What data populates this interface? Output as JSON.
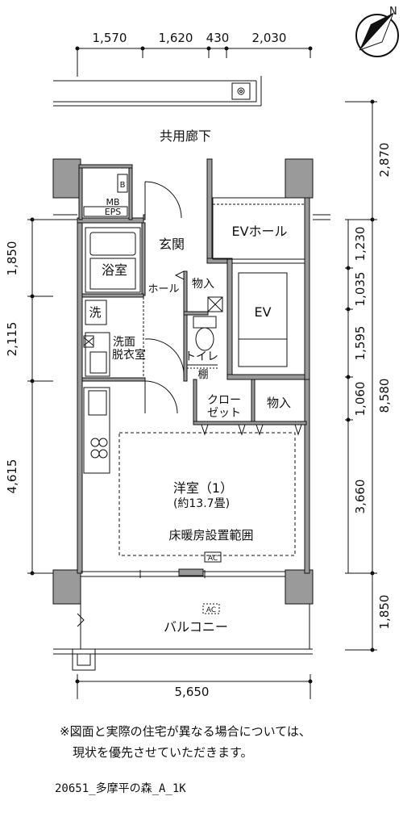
{
  "dimensions": {
    "top": [
      "1,570",
      "1,620",
      "430",
      "2,030"
    ],
    "left": [
      "1,850",
      "2,115",
      "4,615"
    ],
    "right_outer": [
      "2,870",
      "8,580",
      "1,850"
    ],
    "right_inner": [
      "1,230",
      "1,035",
      "1,595",
      "1,060",
      "3,660"
    ],
    "bottom": "5,650"
  },
  "areas": {
    "corridor": "共用廊下",
    "mb_eps": [
      "MB",
      "EPS"
    ],
    "mb_box": "B",
    "entrance": "玄関",
    "ev_hall": "EVホール",
    "bath": "浴室",
    "hall": "ホール",
    "storage_small": "物入",
    "ev": "EV",
    "washer": "洗",
    "washroom": [
      "洗面",
      "脱衣室"
    ],
    "toilet": "トイレ",
    "shelf": "棚",
    "closet": [
      "クロー",
      "ゼット"
    ],
    "storage": "物入",
    "room_name": "洋室（1）",
    "room_size": "(約13.7畳)",
    "floor_heating": "床暖房設置範囲",
    "ac": "AC",
    "balcony": "バルコニー"
  },
  "north": "N",
  "note": [
    "※図面と実際の住宅が異なる場合については、",
    "現状を優先させていただきます。"
  ],
  "plan_id": "20651_多摩平の森_A_1K"
}
